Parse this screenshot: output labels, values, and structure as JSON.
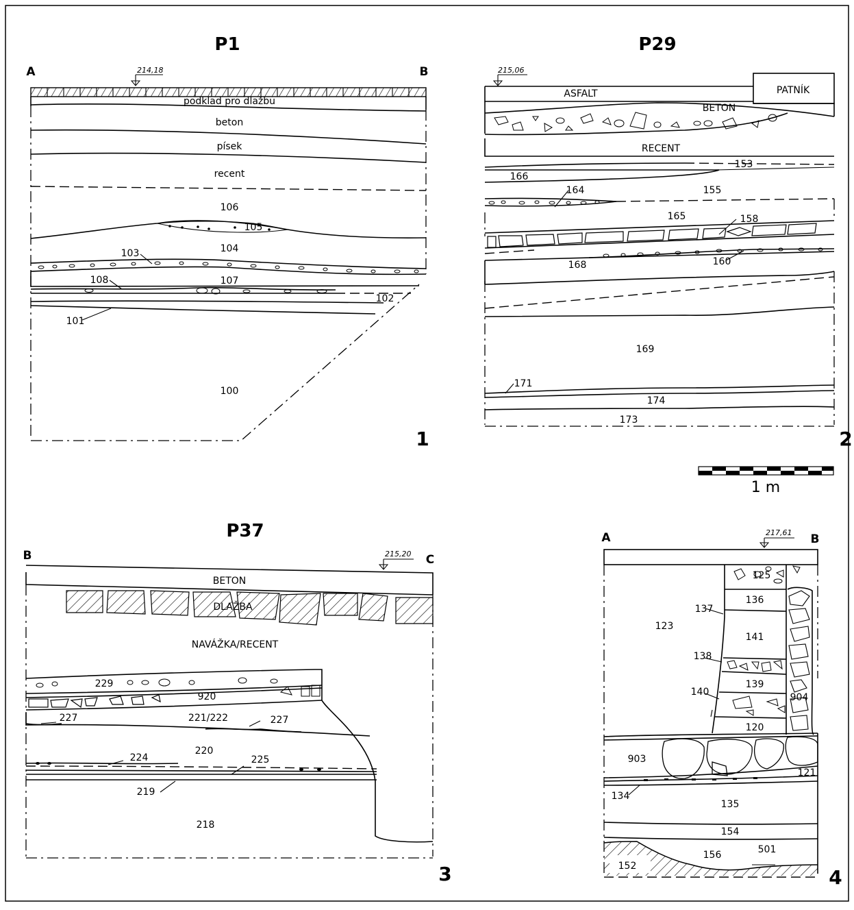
{
  "panel1": {
    "title": "P1",
    "corner_left": "A",
    "corner_right": "B",
    "elevation": "214,18",
    "figure_number": "1",
    "layers": {
      "podklad": "podklad pro dlažbu",
      "beton": "beton",
      "pisek": "písek",
      "recent": "recent",
      "l106": "106",
      "l105": "105",
      "l104": "104",
      "l103": "103",
      "l107": "107",
      "l108": "108",
      "l102": "102",
      "l101": "101",
      "l100": "100"
    }
  },
  "panel2": {
    "title": "P29",
    "elevation": "215,06",
    "figure_number": "2",
    "layers": {
      "asfalt": "ASFALT",
      "patnik": "PATNÍK",
      "beton": "BETON",
      "recent": "RECENT",
      "l153": "153",
      "l166": "166",
      "l155": "155",
      "l164": "164",
      "l165": "165",
      "l158": "158",
      "l168": "168",
      "l160": "160",
      "l169": "169",
      "l171": "171",
      "l174": "174",
      "l173": "173"
    }
  },
  "scale": {
    "label": "1 m"
  },
  "panel3": {
    "title": "P37",
    "corner_left": "B",
    "corner_right": "C",
    "elevation": "215,20",
    "figure_number": "3",
    "layers": {
      "beton": "BETON",
      "dlazba": "DLAŽBA",
      "navazka": "NAVÁŽKA/RECENT",
      "l229": "229",
      "l920": "920",
      "l227a": "227",
      "l221": "221/222",
      "l227b": "227",
      "l220": "220",
      "l224": "224",
      "l225": "225",
      "l219": "219",
      "l218": "218"
    }
  },
  "panel4": {
    "corner_left": "A",
    "corner_right": "B",
    "elevation": "217,61",
    "figure_number": "4",
    "layers": {
      "l125": "125",
      "l136": "136",
      "l137": "137",
      "l123": "123",
      "l141": "141",
      "l138": "138",
      "l139": "139",
      "l140": "140",
      "l904": "904",
      "l120": "120",
      "l903": "903",
      "l121": "121",
      "l134": "134",
      "l135": "135",
      "l154": "154",
      "l156": "156",
      "l501": "501",
      "l152": "152"
    }
  }
}
